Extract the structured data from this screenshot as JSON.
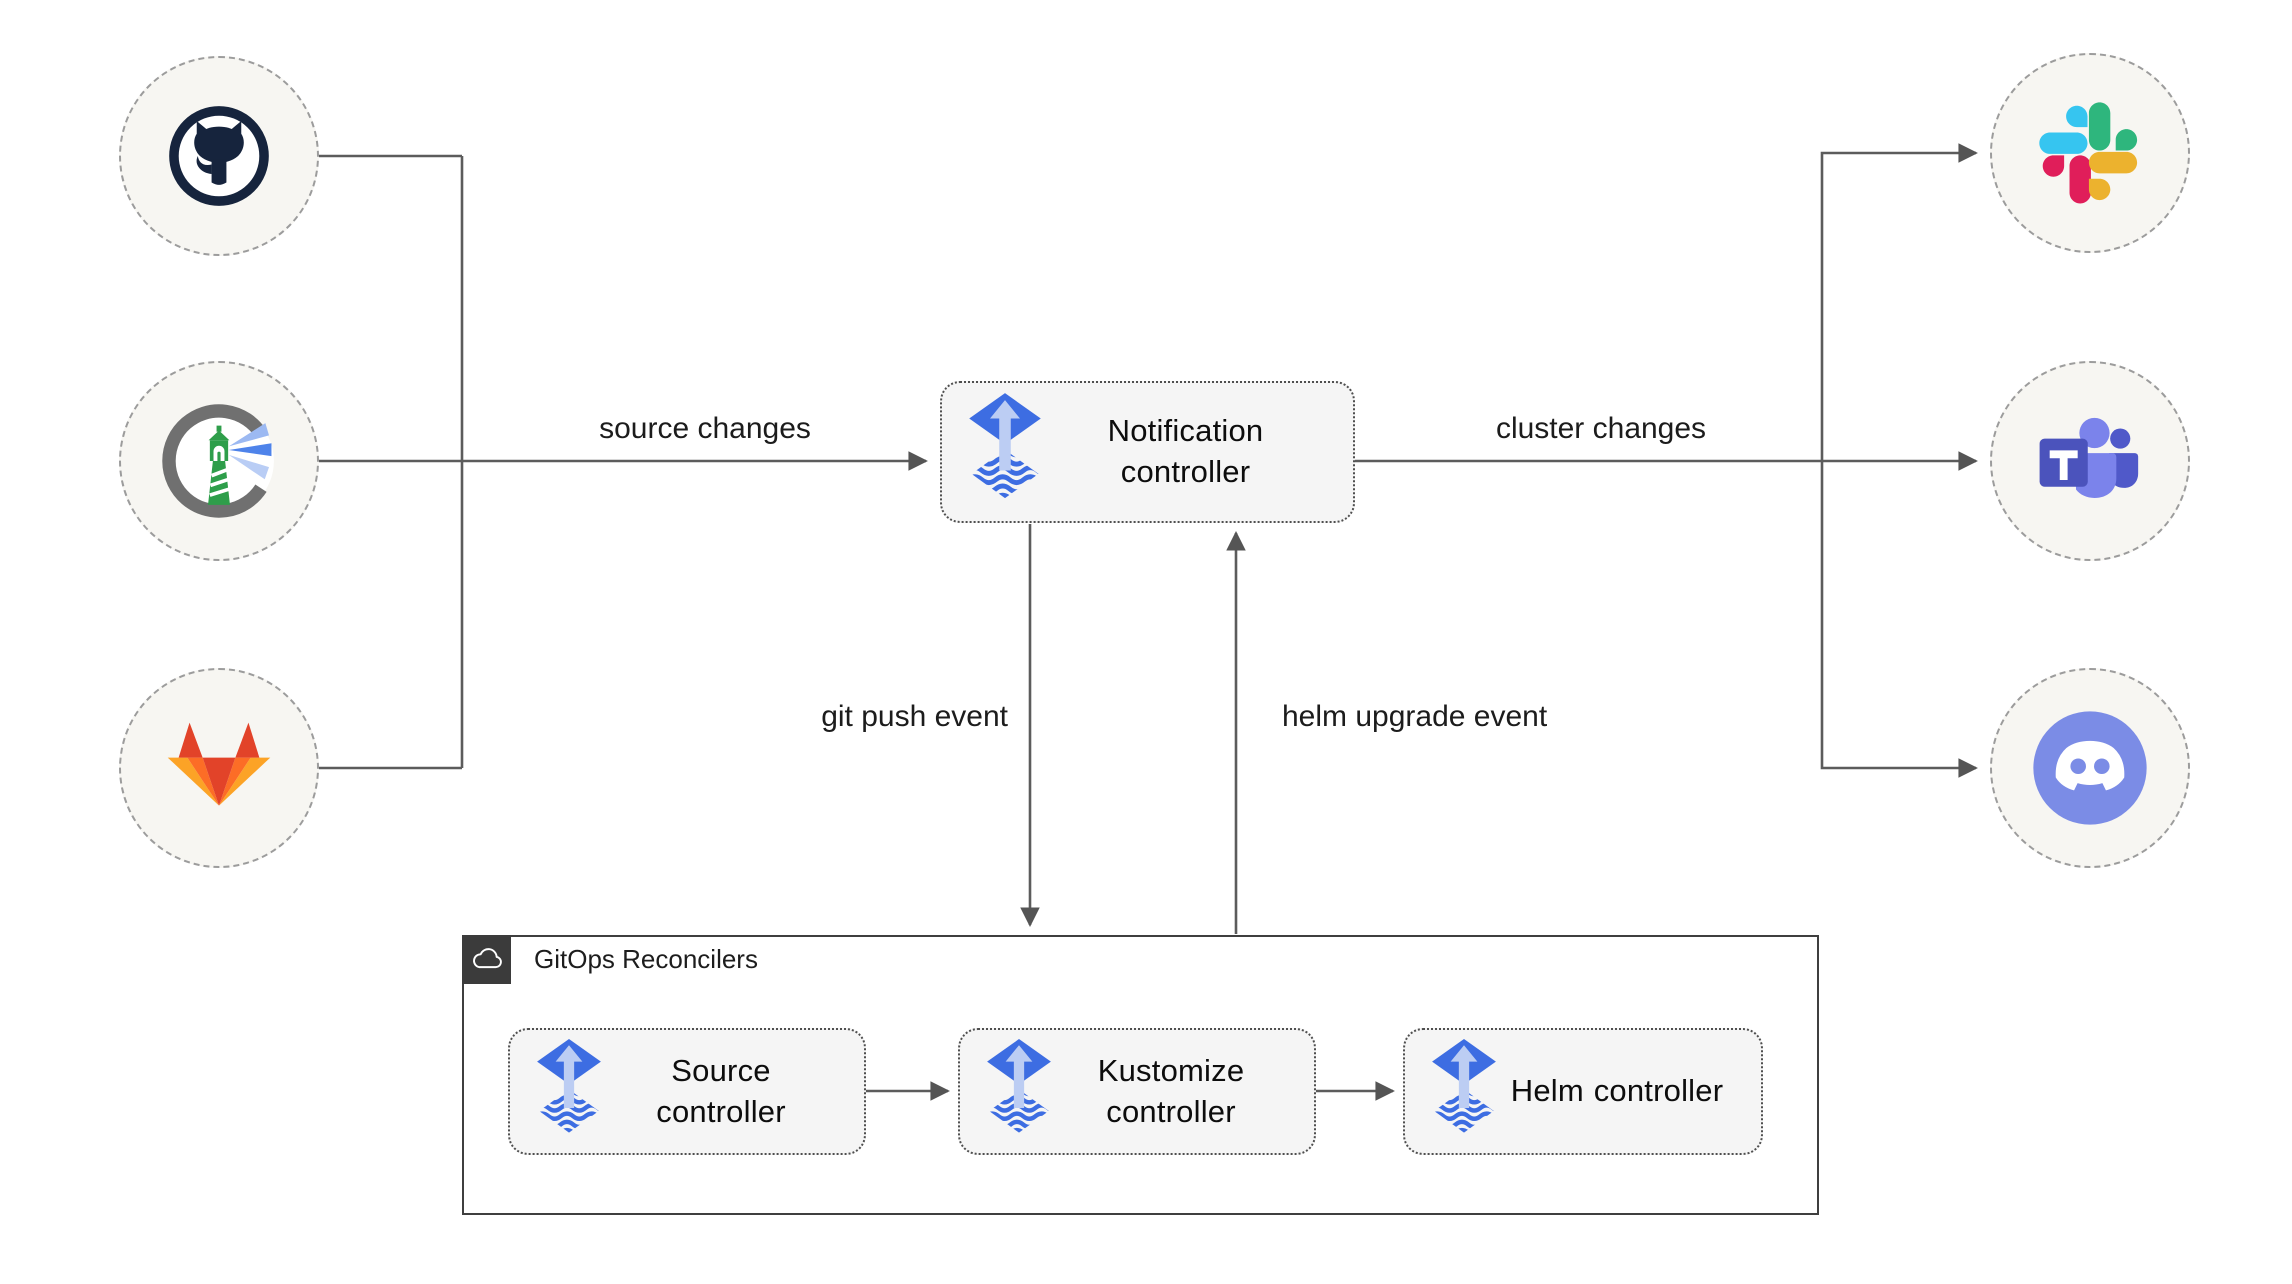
{
  "diagram": {
    "notification": {
      "label": "Notification controller"
    },
    "edges": {
      "source_changes": "source changes",
      "cluster_changes": "cluster changes",
      "git_push_event": "git push event",
      "helm_upgrade_event": "helm upgrade event"
    },
    "gitops": {
      "title": "GitOps Reconcilers",
      "controllers": [
        {
          "label": "Source controller",
          "icon": "flux-icon"
        },
        {
          "label": "Kustomize controller",
          "icon": "flux-icon"
        },
        {
          "label": "Helm controller",
          "icon": "flux-icon"
        }
      ]
    },
    "sources": [
      {
        "icon": "github-icon"
      },
      {
        "icon": "lighthouse-icon"
      },
      {
        "icon": "gitlab-icon"
      }
    ],
    "receivers": [
      {
        "icon": "slack-icon"
      },
      {
        "icon": "teams-icon"
      },
      {
        "icon": "discord-icon"
      }
    ],
    "colors": {
      "line": "#5c5c5c",
      "box_fill": "#f5f5f5",
      "box_border": "#4f4f4f",
      "node_fill": "#f7f6f2",
      "node_border": "#9c9c9c",
      "container_border": "#3f3f3f",
      "header_square": "#3b3b3b",
      "flux_blue": "#3d6de2",
      "flux_light_blue": "#bccdf3",
      "github_dark": "#16243d",
      "gitlab_red": "#e24329",
      "gitlab_orange": "#fc6d26",
      "gitlab_yellow": "#fca326",
      "slack_blue": "#36c5f0",
      "slack_green": "#2eb67d",
      "slack_red": "#e01e5a",
      "slack_yellow": "#ecb22e",
      "teams_purple": "#4b53bc",
      "teams_light_purple": "#7b83eb",
      "teams_mid_purple": "#5059c9",
      "discord_blurple": "#7b8ce6",
      "lighthouse_green": "#2e9e4a",
      "lighthouse_ring": "#707070",
      "beam_blue": "#4e83ea"
    }
  }
}
